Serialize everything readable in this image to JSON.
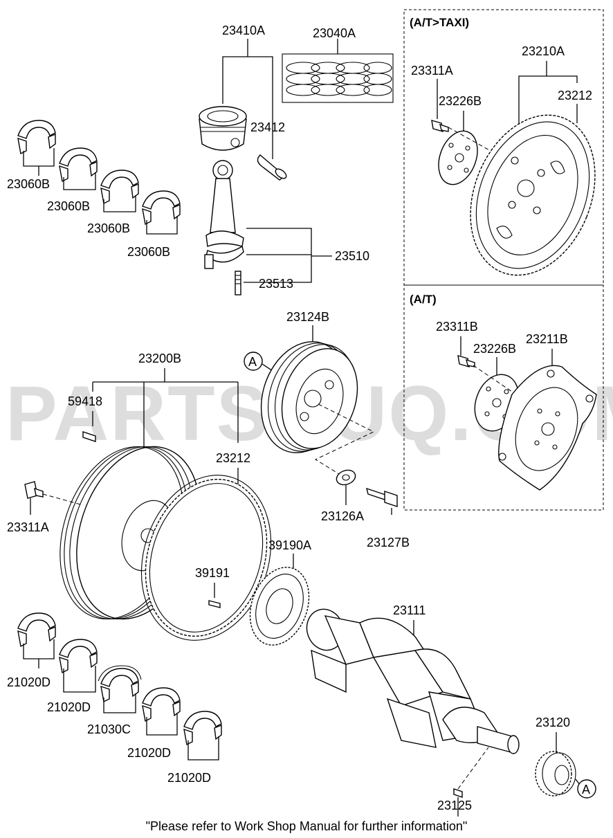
{
  "labels": {
    "piston_assy": "23410A",
    "ring_set": "23040A",
    "piston_pin": "23412",
    "conrod_assy": "23510",
    "conrod_bolt": "23513",
    "bearing_upper_1": "23060B",
    "bearing_upper_2": "23060B",
    "bearing_upper_3": "23060B",
    "bearing_upper_4": "23060B",
    "pulley": "23124B",
    "flywheel_assy": "23200B",
    "pin": "59418",
    "ring_gear": "23212",
    "flywheel_bolt": "23311A",
    "washer": "23126A",
    "pulley_bolt": "23127B",
    "sensor_wheel": "39190A",
    "screw": "39191",
    "crankshaft": "23111",
    "sprocket": "23120",
    "key": "23125",
    "main_bearing_1": "21020D",
    "main_bearing_2": "21020D",
    "thrust_bearing": "21030C",
    "main_bearing_3": "21020D",
    "main_bearing_4": "21020D",
    "taxi_bolt": "23311A",
    "taxi_plate": "23226B",
    "taxi_drive_plate": "23210A",
    "taxi_ring_gear": "23212",
    "at_bolt": "23311B",
    "at_plate": "23226B",
    "at_drive_plate": "23211B",
    "callout_a_top": "A",
    "callout_a_bottom": "A"
  },
  "boxes": {
    "taxi_header": "(A/T>TAXI)",
    "at_header": "(A/T)"
  },
  "footer": "\"Please refer to Work Shop Manual for further information\"",
  "watermark": "PARTSOUQ.COM"
}
